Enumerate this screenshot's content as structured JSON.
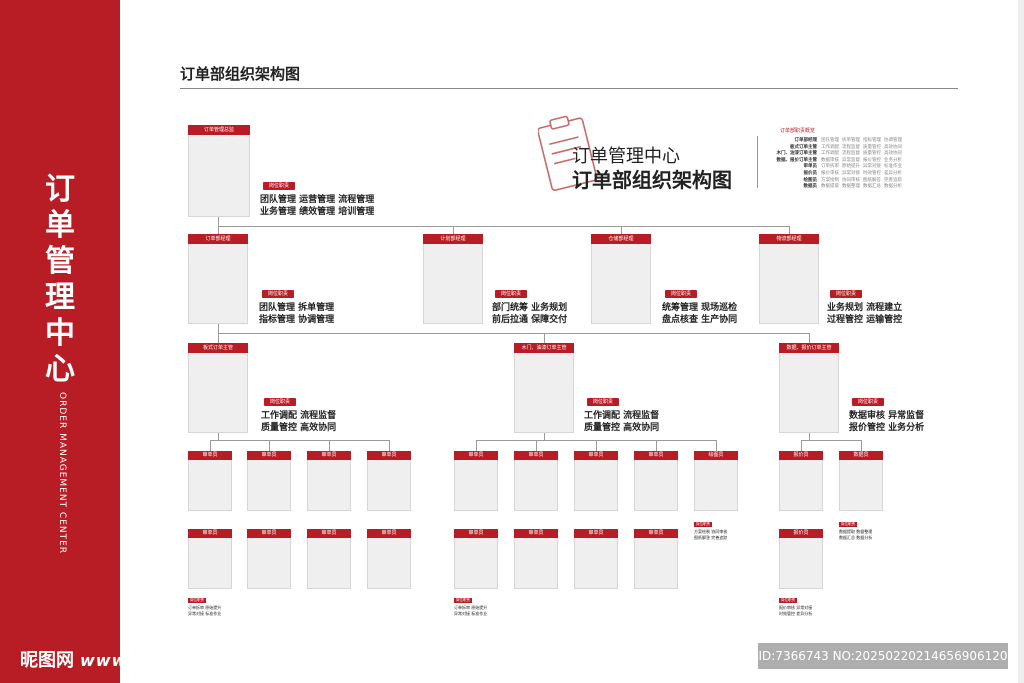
{
  "sidebar": {
    "title_cn": "订单管理中心",
    "title_en": "ORDER MANAGEMENT CENTER",
    "accent": "#b81c24"
  },
  "header": {
    "page_title": "订单部组织架构图"
  },
  "center": {
    "line1": "订单管理中心",
    "line2": "订单部组织架构图",
    "icon": "clipboard-icon"
  },
  "responsibilities": {
    "title": "订单部职责概览",
    "rows": [
      {
        "name": "订单部经理",
        "duties": [
          "团队管理",
          "拆单管理",
          "指标管理",
          "协调管理"
        ]
      },
      {
        "name": "板式订单主管",
        "duties": [
          "工作调配",
          "流程监督",
          "质量管控",
          "高效协同"
        ]
      },
      {
        "name": "木门、油漆订单主管",
        "duties": [
          "工作调配",
          "流程监督",
          "质量管控",
          "高效协同"
        ]
      },
      {
        "name": "数据、报价订单主管",
        "duties": [
          "数据审核",
          "异常监督",
          "报价管控",
          "业务分析"
        ]
      },
      {
        "name": "审单员",
        "duties": [
          "订单拆审",
          "原始提升",
          "异常对接",
          "标准作业"
        ]
      },
      {
        "name": "报价员",
        "duties": [
          "报价审核",
          "异常对接",
          "时效管控",
          "差异分析"
        ]
      },
      {
        "name": "绘图员",
        "duties": [
          "方案绘制",
          "协同审核",
          "图纸解答",
          "完善追踪"
        ]
      },
      {
        "name": "数据员",
        "duties": [
          "数据提取",
          "数据整理",
          "数据汇总",
          "数据分析"
        ]
      }
    ]
  },
  "duty_badge": "岗位职责",
  "top": {
    "title": "订单管理总监",
    "duties": [
      "团队管理  运营管理  流程管理",
      "业务管理  绩效管理  培训管理"
    ]
  },
  "managers": [
    {
      "title": "订单部经理",
      "duties": [
        "团队管理  拆单管理",
        "指标管理  协调管理"
      ]
    },
    {
      "title": "计划部经理",
      "duties": [
        "部门统筹  业务规划",
        "前后拉通  保障交付"
      ]
    },
    {
      "title": "仓储部经理",
      "duties": [
        "统筹管理  现场巡检",
        "盘点核查  生产协同"
      ]
    },
    {
      "title": "物流部经理",
      "duties": [
        "业务规划  流程建立",
        "过程管控  运输管控"
      ]
    }
  ],
  "supervisors": [
    {
      "title": "板式订单主管",
      "duties": [
        "工作调配  流程监督",
        "质量管控  高效协同"
      ]
    },
    {
      "title": "木门、油漆订单主管",
      "duties": [
        "工作调配  流程监督",
        "质量管控  高效协同"
      ]
    },
    {
      "title": "数据、报价订单主管",
      "duties": [
        "数据审核  异常监督",
        "报价管控  业务分析"
      ]
    }
  ],
  "staff": {
    "auditor": "审单员",
    "drafter": "绘图员",
    "quoter": "报价员",
    "data_clerk": "数据员",
    "auditor_duties": [
      "订单拆审  原始提升",
      "异常对接  标准作业"
    ],
    "drafter_duties": [
      "方案绘制  协同审核",
      "图纸解答  完善追踪"
    ],
    "quoter_duties": [
      "报价审核  异常对接",
      "时效管控  差异分析"
    ],
    "data_duties": [
      "数据提取  数据整理",
      "数据汇总  数据分析"
    ]
  },
  "watermark": {
    "logo": "昵图网",
    "url": "www.nipic.com",
    "id": "ID:7366743 NO:20250220214656906120"
  }
}
